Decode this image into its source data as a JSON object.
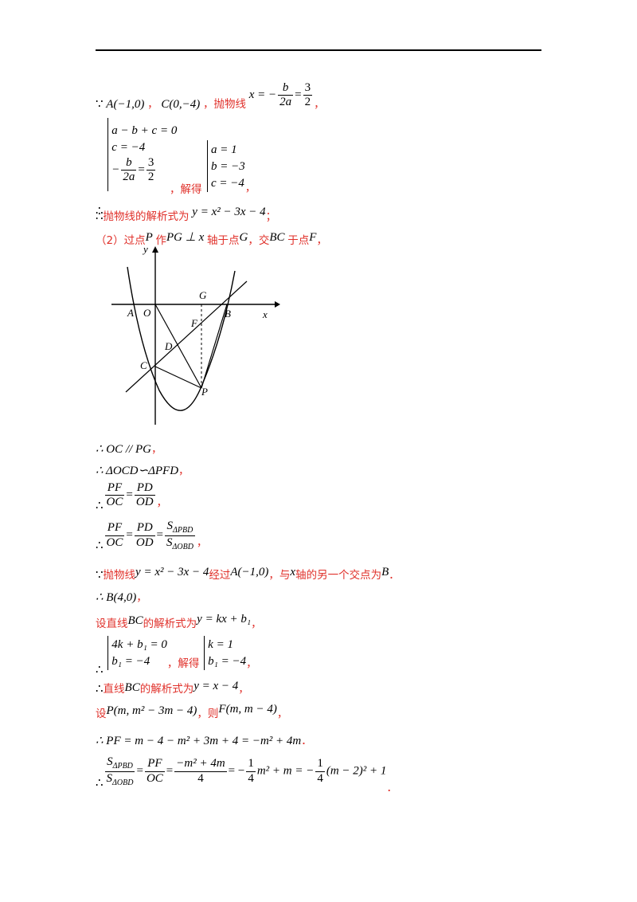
{
  "line1": {
    "therefore": "∵",
    "pointA": "A(−1,0)",
    "pointC": "C(0,−4)",
    "label_parabola": "，抛物线",
    "axis_lhs": "x = −",
    "axis_num": "b",
    "axis_den": "2a",
    "eq": "=",
    "val_num": "3",
    "val_den": "2",
    "comma": "，"
  },
  "system1": {
    "r1": "a − b + c = 0",
    "r2": "c = −4",
    "r3_prefix": "−",
    "r3_num": "b",
    "r3_den": "2a",
    "r3_eq": "=",
    "r3_vnum": "3",
    "r3_vden": "2",
    "therefore": "∴",
    "solve": "，解得",
    "s1": "a = 1",
    "s2": "b = −3",
    "s3": "c = −4",
    "end": "，"
  },
  "line_expr": {
    "therefore": "∴",
    "text": "抛物线的解析式为",
    "formula": "y = x² − 3x − 4",
    "end": "；"
  },
  "part2": {
    "t1": "（2）过点",
    "P": "P",
    "t2": "作",
    "PG": "PG ⊥ x",
    "t3": "轴于点",
    "G": "G",
    "t4": "，交",
    "BC": "BC",
    "t5": "于点",
    "F": "F",
    "t6": "，"
  },
  "figure": {
    "y": "y",
    "x": "x",
    "A": "A",
    "O": "O",
    "G": "G",
    "B": "B",
    "F": "F",
    "D": "D",
    "C": "C",
    "P": "P"
  },
  "line_parallel": {
    "text": "∴ OC // PG",
    "end": "，"
  },
  "line_similar": {
    "text": "∴ ΔOCD∽ΔPFD",
    "end": "，"
  },
  "ratio1": {
    "therefore": "∴",
    "n1": "PF",
    "d1": "OC",
    "eq": "=",
    "n2": "PD",
    "d2": "OD",
    "end": "，"
  },
  "ratio2": {
    "therefore": "∴",
    "n1": "PF",
    "d1": "OC",
    "eq": "=",
    "n2": "PD",
    "d2": "OD",
    "eq2": "=",
    "n3": "S",
    "n3sub": "ΔPBD",
    "d3": "S",
    "d3sub": "ΔOBD",
    "end": "，"
  },
  "line_passB": {
    "because": "∵",
    "t1": "抛物线",
    "formula": "y = x² − 3x − 4",
    "t2": "经过",
    "A": "A(−1,0)",
    "t3": "，与",
    "x": "x",
    "t4": "轴的另一个交点为",
    "B": "B",
    "end": "．"
  },
  "line_B": {
    "text": "∴ B(4,0)",
    "end": "，"
  },
  "line_BC": {
    "t1": "设直线",
    "BC": "BC",
    "t2": "的解析式为",
    "formula": "y = kx + b₁",
    "end": "，"
  },
  "system2": {
    "therefore": "∴",
    "r1": "4k + b₁ = 0",
    "r2": "b₁ = −4",
    "solve": "，解得",
    "s1": "k = 1",
    "s2": "b₁ = −4",
    "end": "，"
  },
  "line_BC2": {
    "therefore": "∴",
    "t1": "直线",
    "BC": "BC",
    "t2": "的解析式为",
    "formula": "y = x − 4",
    "end": "，"
  },
  "line_set": {
    "t1": "设",
    "P": "P(m, m² − 3m − 4)",
    "t2": "，则",
    "F": "F(m, m − 4)",
    "end": "，"
  },
  "line_PF": {
    "text": "∴ PF = m − 4 − m² + 3m + 4 = −m² + 4m",
    "end": "．"
  },
  "line_final": {
    "therefore": "∴",
    "n1": "S",
    "n1sub": "ΔPBD",
    "d1": "S",
    "d1sub": "ΔOBD",
    "eq": "=",
    "n2": "PF",
    "d2": "OC",
    "eq2": "=",
    "n3": "−m² + 4m",
    "d3": "4",
    "eq3": "= −",
    "n4": "1",
    "d4": "4",
    "t1": "m² + m = −",
    "n5": "1",
    "d5": "4",
    "t2": "(m − 2)² + 1",
    "end": "．"
  }
}
